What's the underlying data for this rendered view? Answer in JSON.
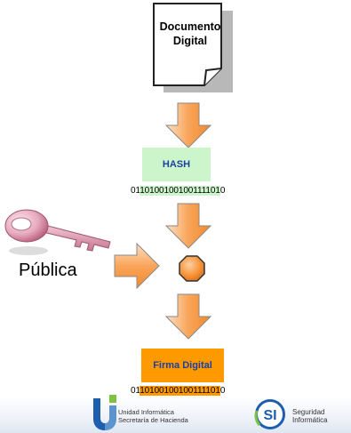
{
  "document": {
    "line1": "Documento",
    "line2": "Digital"
  },
  "hash": {
    "label": "HASH",
    "bits_prefix": "01",
    "bits_main": "10100100100111101",
    "bits_suffix": "0"
  },
  "key": {
    "label": "Pública"
  },
  "signature": {
    "label": "Firma Digital",
    "bits_prefix": "01",
    "bits_main": "10100100100111101",
    "bits_suffix": "0"
  },
  "footer": {
    "ui_line1": "Unidad Informática",
    "ui_line2": "Secretaría de Hacienda",
    "si_mark": "SI",
    "si_line1": "Seguridad",
    "si_line2": "Informática"
  },
  "colors": {
    "hash_fill": "#ccf5cc",
    "signature_fill": "#ff9900",
    "arrow_fill": "#f9a55a",
    "label_text": "#1f3f9e"
  }
}
